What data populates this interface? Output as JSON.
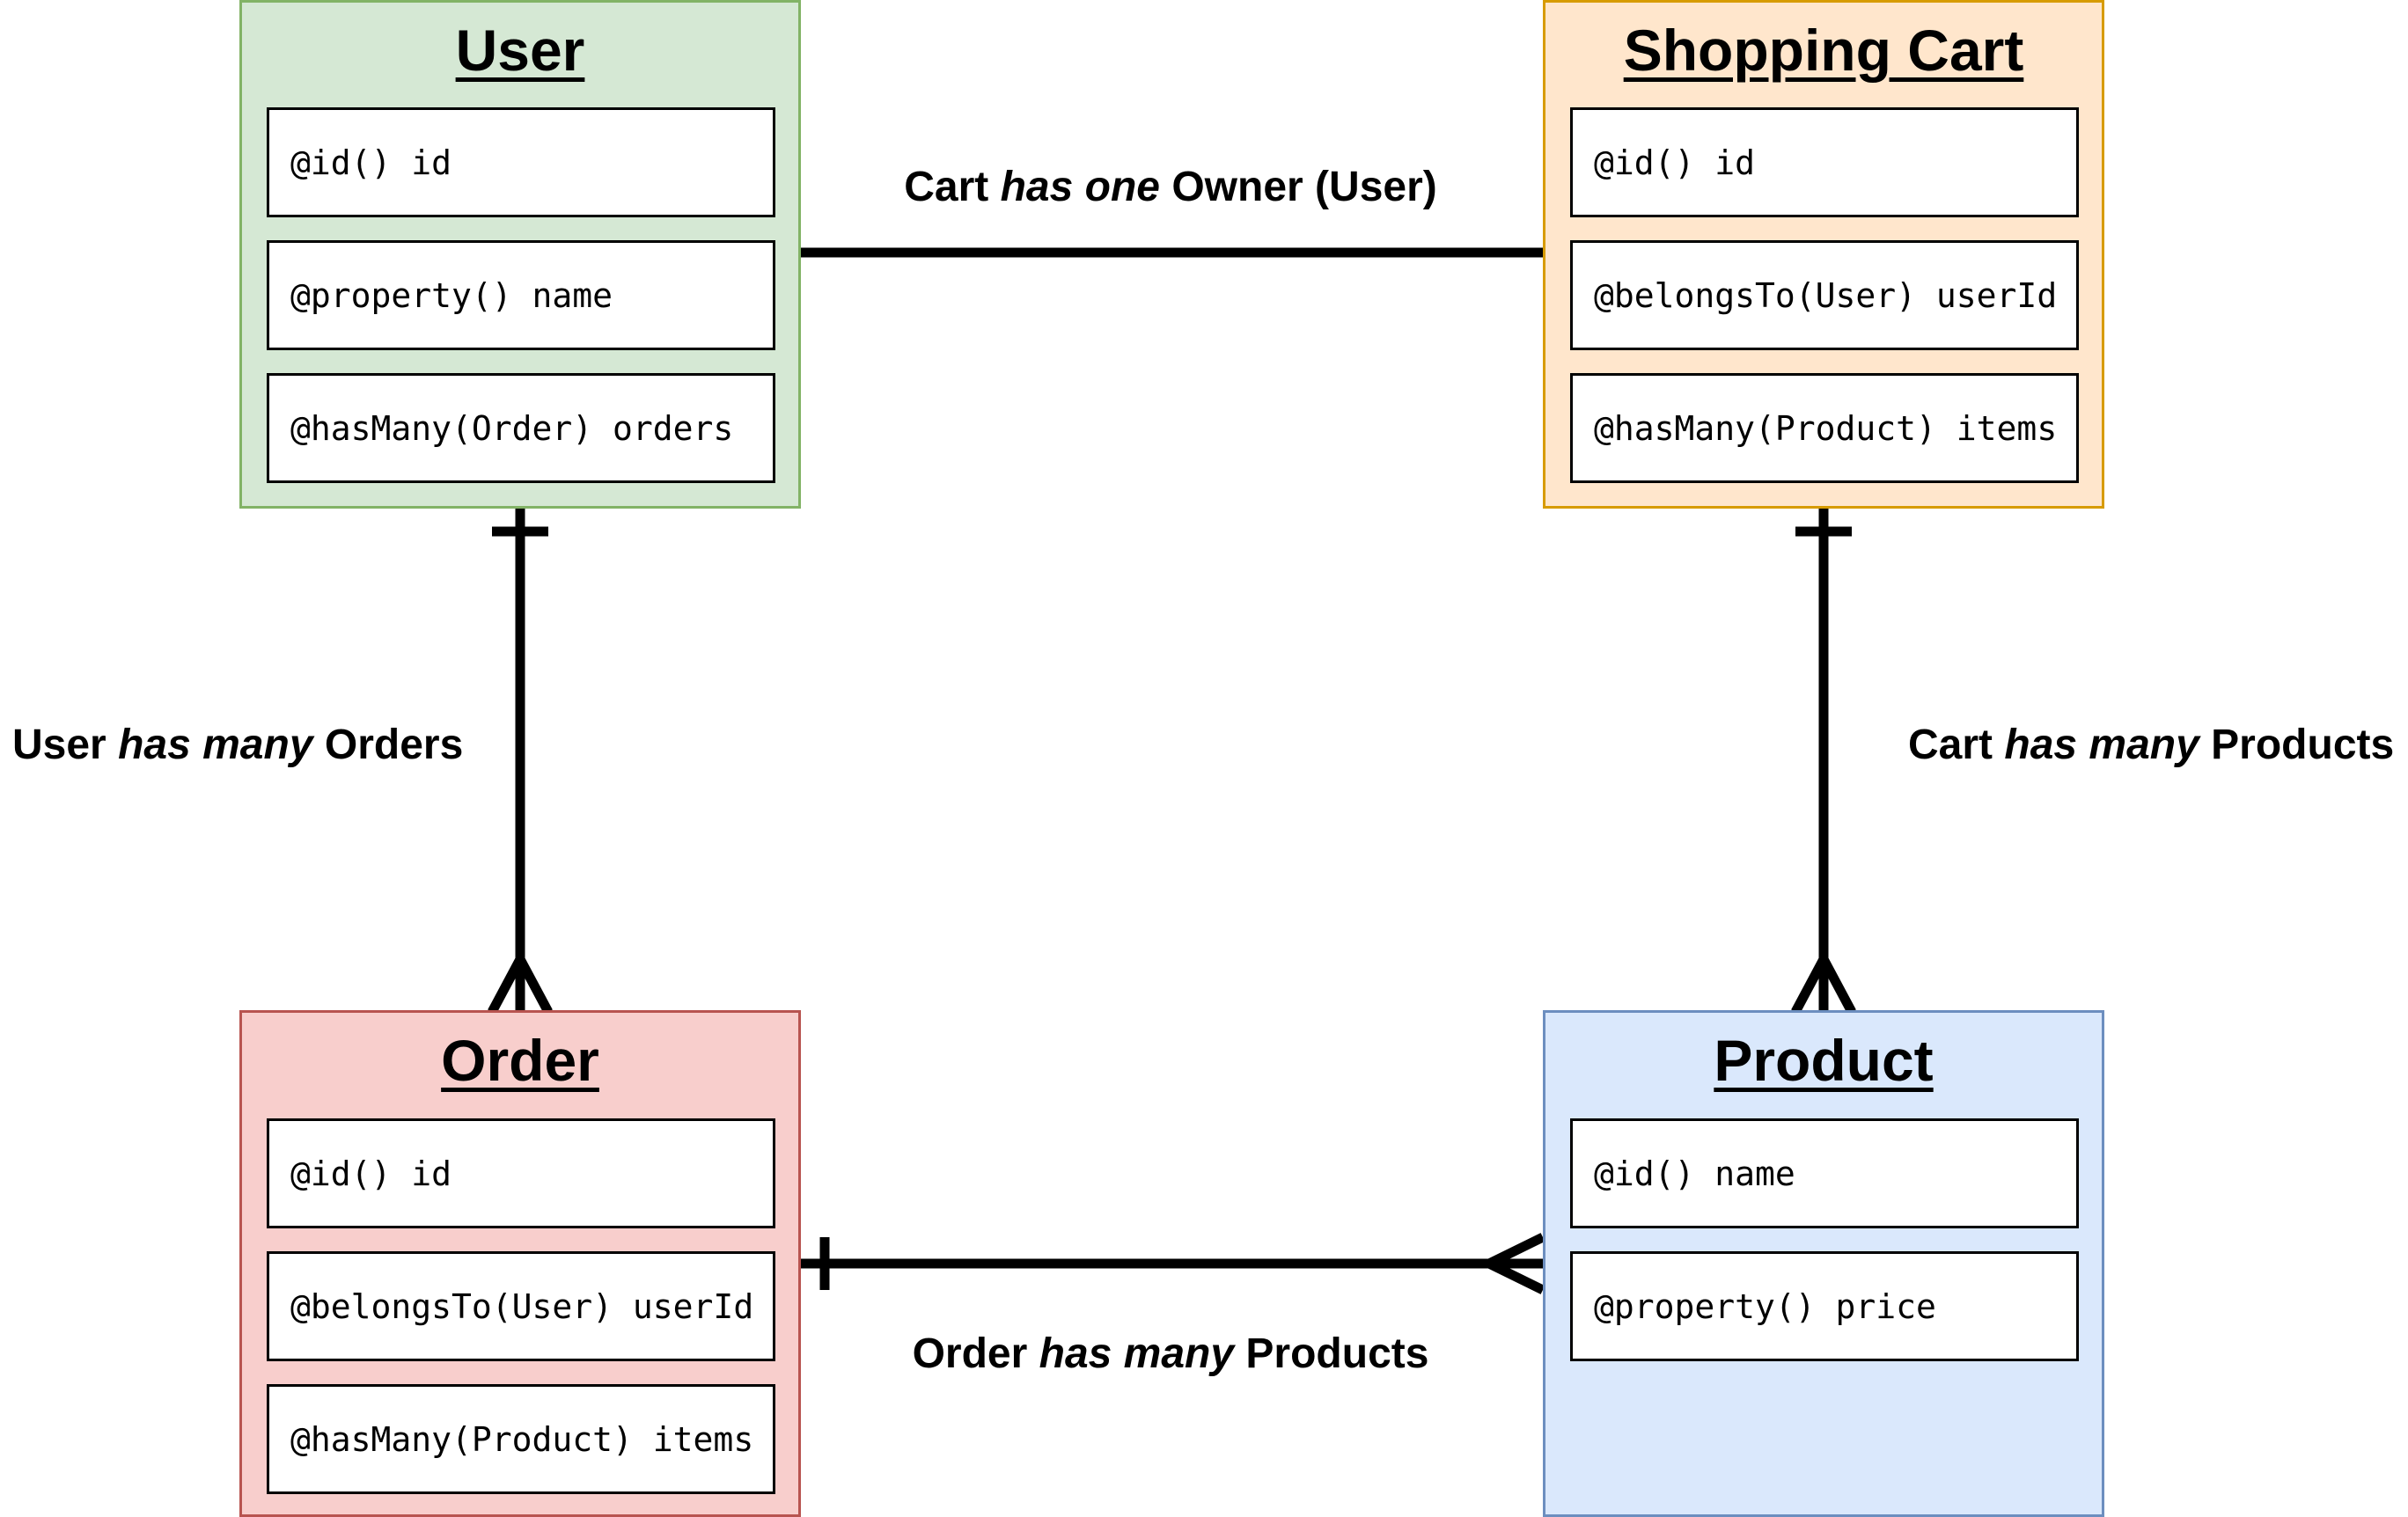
{
  "colors": {
    "user": {
      "fill": "#d5e8d4",
      "stroke": "#82b366"
    },
    "cart": {
      "fill": "#ffe6cc",
      "stroke": "#d79b00"
    },
    "order": {
      "fill": "#f8cecc",
      "stroke": "#b85450"
    },
    "product": {
      "fill": "#dae8fc",
      "stroke": "#6c8ebf"
    },
    "connector": "#000000"
  },
  "entities": {
    "user": {
      "title": "User",
      "fields": [
        "@id() id",
        "@property() name",
        "@hasMany(Order) orders"
      ]
    },
    "cart": {
      "title": "Shopping Cart",
      "fields": [
        "@id() id",
        "@belongsTo(User) userId",
        "@hasMany(Product) items"
      ]
    },
    "order": {
      "title": "Order",
      "fields": [
        "@id() id",
        "@belongsTo(User) userId",
        "@hasMany(Product) items"
      ]
    },
    "product": {
      "title": "Product",
      "fields": [
        "@id() name",
        "@property() price"
      ]
    }
  },
  "relationships": {
    "cart_user": {
      "subject": "Cart",
      "verb": "has one",
      "object": "Owner (User)",
      "type": "one-to-one"
    },
    "user_orders": {
      "subject": "User",
      "verb": "has many",
      "object": "Orders",
      "type": "one-to-many"
    },
    "cart_products": {
      "subject": "Cart",
      "verb": "has many",
      "object": "Products",
      "type": "one-to-many"
    },
    "order_products": {
      "subject": "Order",
      "verb": "has many",
      "object": "Products",
      "type": "one-to-many"
    }
  }
}
